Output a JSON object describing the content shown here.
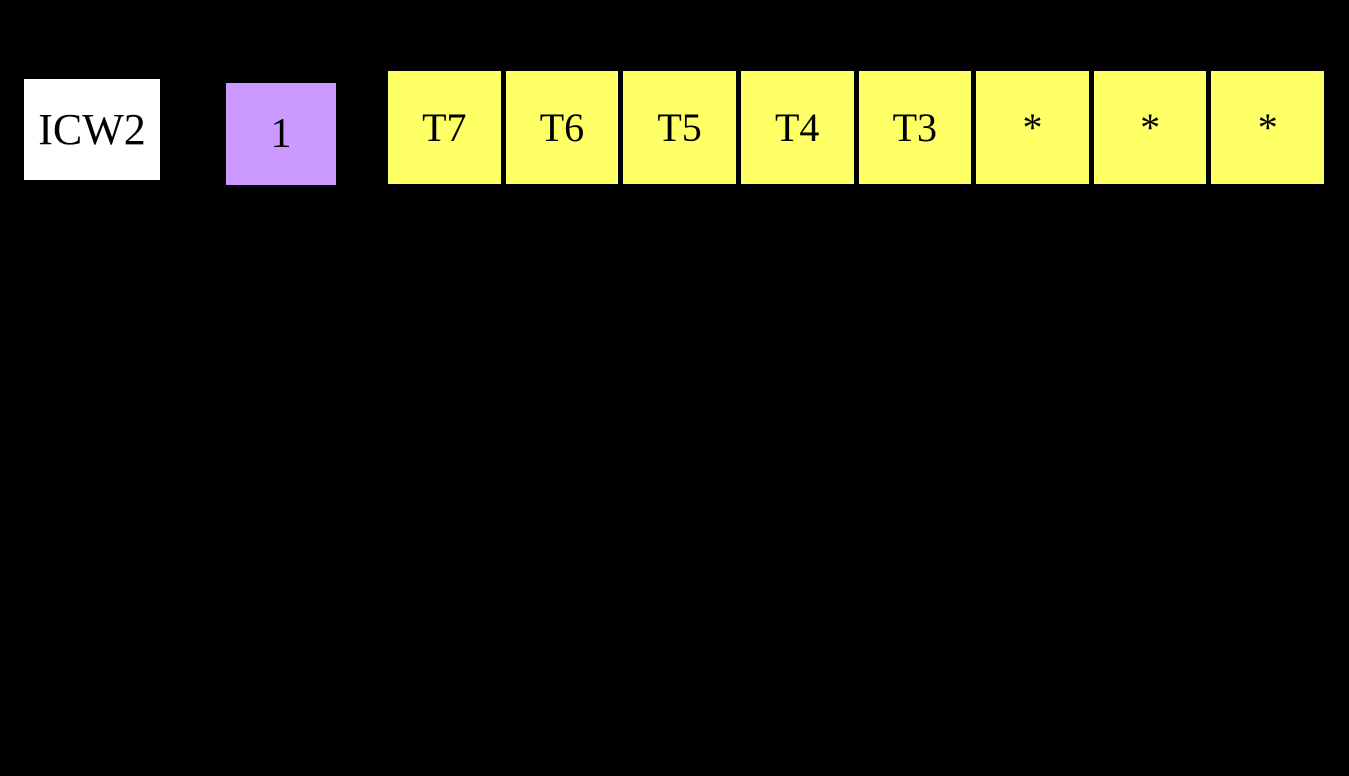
{
  "colors": {
    "background": "#000000",
    "label_box_bg": "#ffffff",
    "indicator_box_bg": "#cc99ff",
    "cell_bg": "#ffff66",
    "divider": "#000000",
    "text": "#000000"
  },
  "register_diagram": {
    "name": "ICW2",
    "indicator": "1",
    "cells": [
      "T7",
      "T6",
      "T5",
      "T4",
      "T3",
      "*",
      "*",
      "*"
    ]
  }
}
